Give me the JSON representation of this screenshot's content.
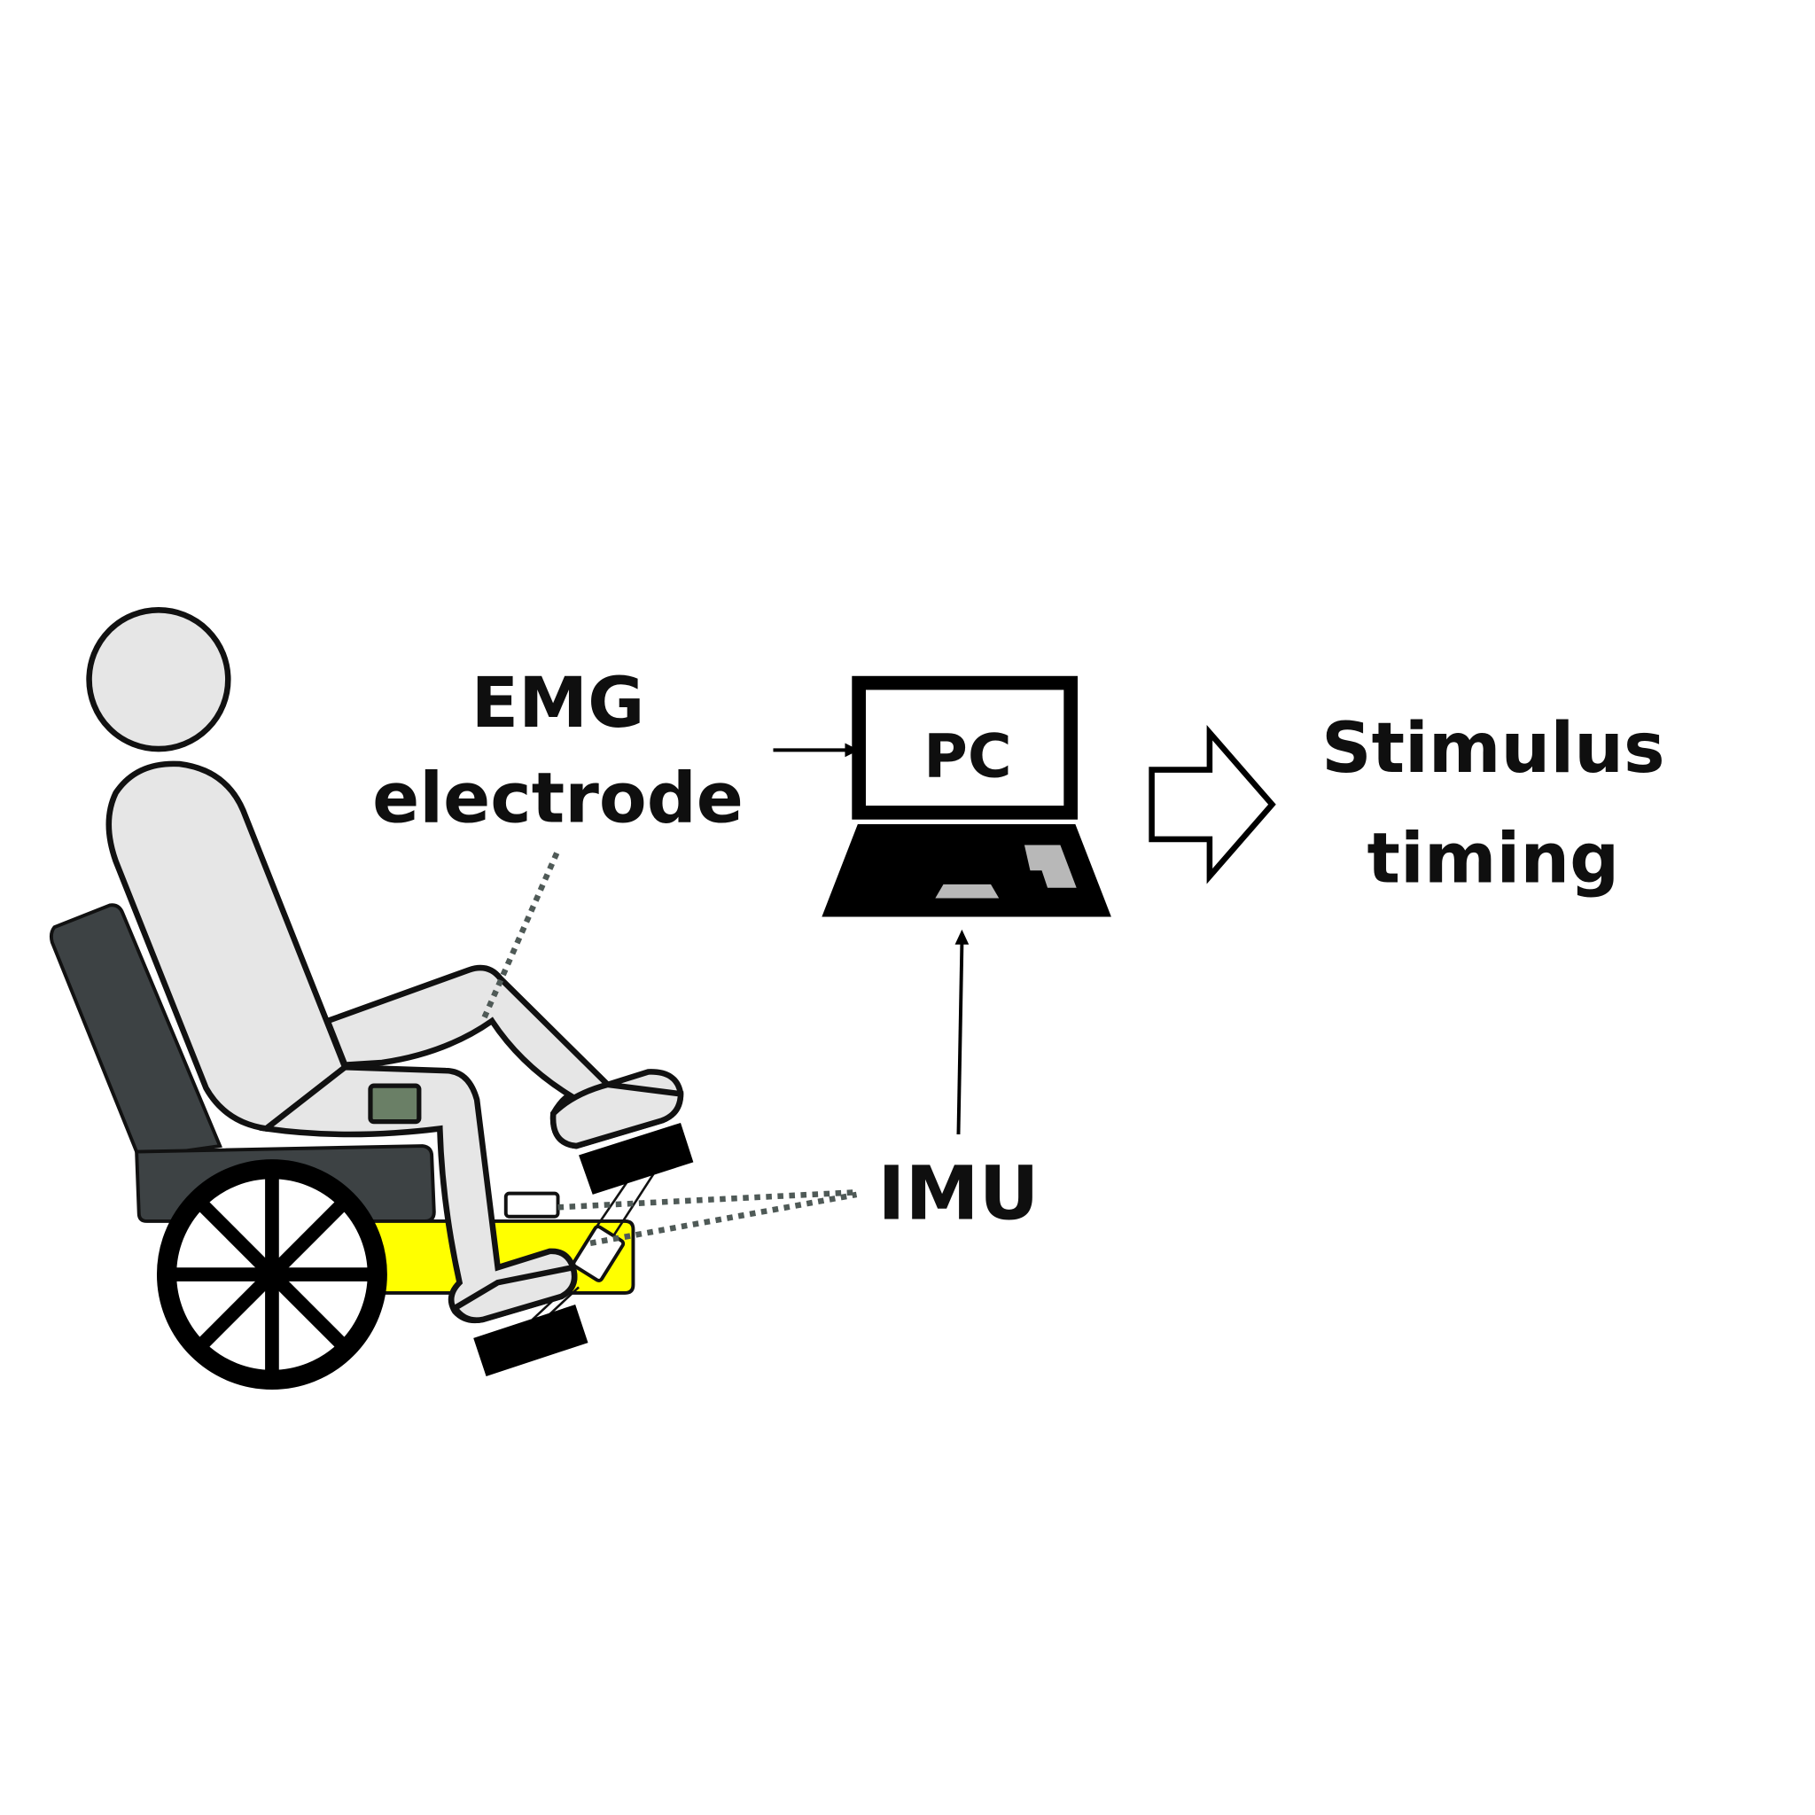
{
  "labels": {
    "emg_line1": "EMG",
    "emg_line2": "electrode",
    "pc": "PC",
    "stimulus_line1": "Stimulus",
    "stimulus_line2": "timing",
    "imu": "IMU"
  },
  "colors": {
    "body_fill": "#e6e6e6",
    "outline": "#111111",
    "seat": "#3d4244",
    "yellow_frame": "#ffff00",
    "emg_electrode": "#6a7f66",
    "dotted_link": "#4f5a57",
    "trackpad": "#b8b8b8"
  },
  "icons": {
    "person": "person-icon",
    "wheelchair": "wheelchair-icon",
    "laptop": "laptop-icon",
    "arrow": "hollow-arrow-icon"
  }
}
